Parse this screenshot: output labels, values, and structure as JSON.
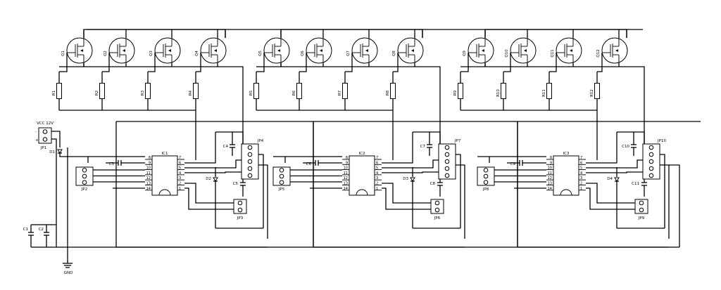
{
  "power": {
    "vcc_label": "VCC 12V",
    "minus": "-",
    "plus": "+",
    "connector": "JP1",
    "gnd_label": "GND",
    "diode": "D1"
  },
  "bulk_caps": [
    "C1",
    "C2"
  ],
  "groups": [
    {
      "transistors": [
        "Q1",
        "Q2",
        "Q3",
        "Q4"
      ],
      "resistors": [
        "R1",
        "R2",
        "R3",
        "R4"
      ],
      "ic": "IC1",
      "in_header": "JP2",
      "out_header": "JP4",
      "aux_header": "JP3",
      "diode": "D2",
      "caps": [
        "C3",
        "C4",
        "C5"
      ]
    },
    {
      "transistors": [
        "Q5",
        "Q6",
        "Q7",
        "Q8"
      ],
      "resistors": [
        "R5",
        "R6",
        "R7",
        "R8"
      ],
      "ic": "IC2",
      "in_header": "JP5",
      "out_header": "JP7",
      "aux_header": "JP6",
      "diode": "D3",
      "caps": [
        "C6",
        "C7",
        "C8"
      ]
    },
    {
      "transistors": [
        "Q9",
        "Q10",
        "Q11",
        "Q12"
      ],
      "resistors": [
        "R9",
        "R10",
        "R11",
        "R12"
      ],
      "ic": "IC3",
      "in_header": "JP8",
      "out_header": "JP10",
      "aux_header": "JP9",
      "diode": "D4",
      "caps": [
        "C9",
        "C10",
        "C11"
      ]
    }
  ],
  "ic_pins_left": [
    "8",
    "9",
    "10",
    "11",
    "12",
    "13",
    "14"
  ],
  "ic_pins_right": [
    "7",
    "6",
    "5",
    "4",
    "3",
    "2",
    "1"
  ]
}
